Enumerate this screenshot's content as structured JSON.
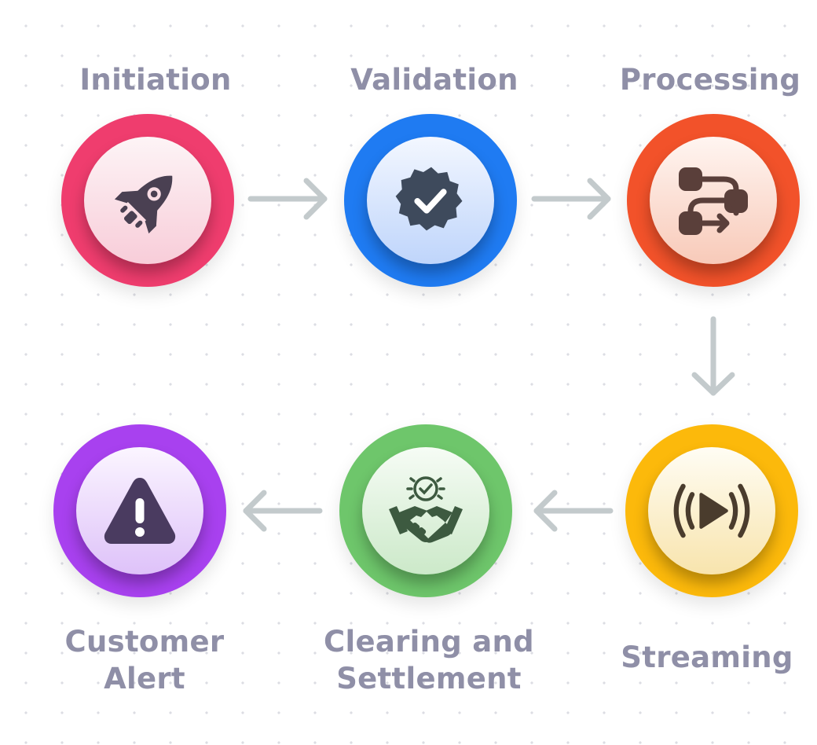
{
  "steps": [
    {
      "id": "initiation",
      "label": "Initiation",
      "ring": "#ef3d6e",
      "inner_top": "#fdf4f6",
      "inner_bottom": "#f8cdd9",
      "icon": "rocket-icon"
    },
    {
      "id": "validation",
      "label": "Validation",
      "ring": "#1f7bf2",
      "inner_top": "#f3f7ff",
      "inner_bottom": "#bfd5fb",
      "icon": "verified-badge-icon"
    },
    {
      "id": "processing",
      "label": "Processing",
      "ring": "#f2522a",
      "inner_top": "#fff5f1",
      "inner_bottom": "#f8cab9",
      "icon": "workflow-icon"
    },
    {
      "id": "streaming",
      "label": "Streaming",
      "ring": "#fcb90b",
      "inner_top": "#fffdf4",
      "inner_bottom": "#f8e4ad",
      "icon": "streaming-icon"
    },
    {
      "id": "clearing",
      "label_line1": "Clearing and",
      "label_line2": "Settlement",
      "ring": "#6ec66b",
      "inner_top": "#f6fcf5",
      "inner_bottom": "#cce9c9",
      "icon": "handshake-icon"
    },
    {
      "id": "alert",
      "label_line1": "Customer",
      "label_line2": "Alert",
      "ring": "#a841ef",
      "inner_top": "#fbf5ff",
      "inner_bottom": "#dec2f9",
      "icon": "warning-icon"
    }
  ],
  "connectors": [
    {
      "from": "Initiation",
      "to": "Validation",
      "direction": "right"
    },
    {
      "from": "Validation",
      "to": "Processing",
      "direction": "right"
    },
    {
      "from": "Processing",
      "to": "Streaming",
      "direction": "down"
    },
    {
      "from": "Streaming",
      "to": "Clearing and Settlement",
      "direction": "left"
    },
    {
      "from": "Clearing and Settlement",
      "to": "Customer Alert",
      "direction": "left"
    }
  ],
  "colors": {
    "label": "#8f8fa7",
    "arrow": "#c3cacc",
    "icon_dark": "#4a4052"
  }
}
